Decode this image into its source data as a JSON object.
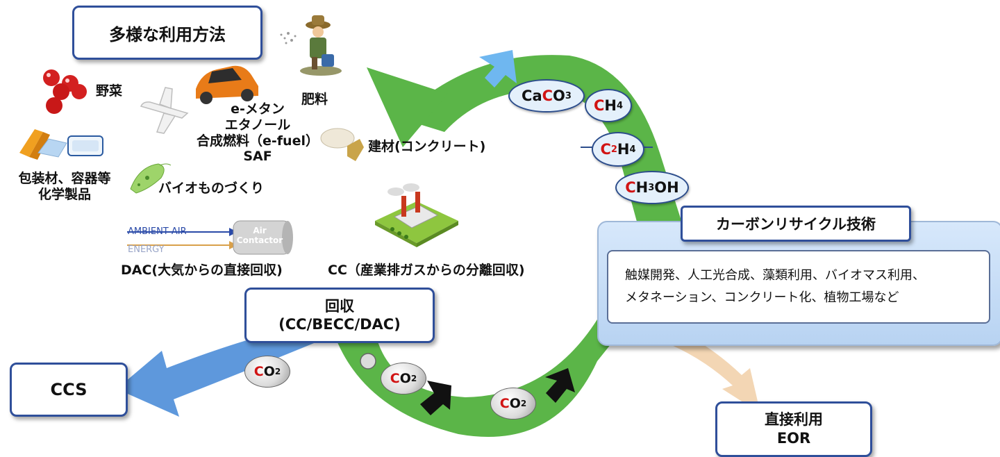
{
  "uses_box": {
    "title": "多様な利用方法"
  },
  "uses": {
    "vegetables": "野菜",
    "fertilizer": "肥料",
    "fuels": [
      "e-メタン",
      "エタノール",
      "合成燃料（e-fuel）",
      "SAF"
    ],
    "building": "建材(コンクリート)",
    "chemicals": [
      "包装材、容器等",
      "化学製品"
    ],
    "bio": "バイオものづくり"
  },
  "dac": {
    "ambient_air": "AMBIENT AIR",
    "energy": "ENERGY",
    "contactor": [
      "Air",
      "Contactor"
    ],
    "label": "DAC(大気からの直接回収)"
  },
  "cc": {
    "label": "CC（産業排ガスからの分離回収)"
  },
  "capture": {
    "title": "回収",
    "subtitle": "(CC/BECC/DAC)"
  },
  "ccs": {
    "label": "CCS"
  },
  "direct_use": {
    "line1": "直接利用",
    "line2": "EOR"
  },
  "molecules": {
    "caco3": {
      "pre": "Ca",
      "red": "C",
      "post": "O",
      "sub": "3"
    },
    "ch4": {
      "red": "C",
      "post": "H",
      "sub": "4"
    },
    "c2h4": {
      "red": "C",
      "sub1": "2",
      "post": "H",
      "sub2": "4"
    },
    "ch3oh": {
      "red": "C",
      "post1": "H",
      "sub": "3",
      "post2": "OH"
    }
  },
  "co2": {
    "c": "C",
    "o": "O",
    "sub": "2"
  },
  "tech": {
    "title": "カーボンリサイクル技術",
    "line1": "触媒開発、人工光合成、藻類利用、バイオマス利用、",
    "line2": "メタネーション、コンクリート化、植物工場など"
  },
  "colors": {
    "cycle_green": "#5bb548",
    "ccs_blue": "#5e98dc",
    "eor_tan": "#f3d6b4",
    "box_border": "#2f4f9a",
    "chem_red": "#d11414"
  }
}
